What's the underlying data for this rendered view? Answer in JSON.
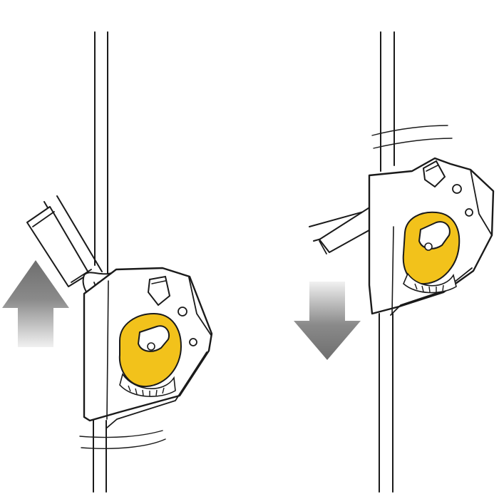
{
  "figure": {
    "panels": [
      {
        "id": "ascending",
        "arrow": {
          "direction": "up"
        }
      },
      {
        "id": "descending",
        "arrow": {
          "direction": "down"
        }
      }
    ]
  },
  "colors": {
    "background": "#ffffff",
    "outline": "#1a1a1a",
    "cam": "#f2c21b",
    "cam_shadow": "#d8a40e",
    "arrow_dark": "#6e6e6e",
    "arrow_light": "#f1f1f1"
  }
}
